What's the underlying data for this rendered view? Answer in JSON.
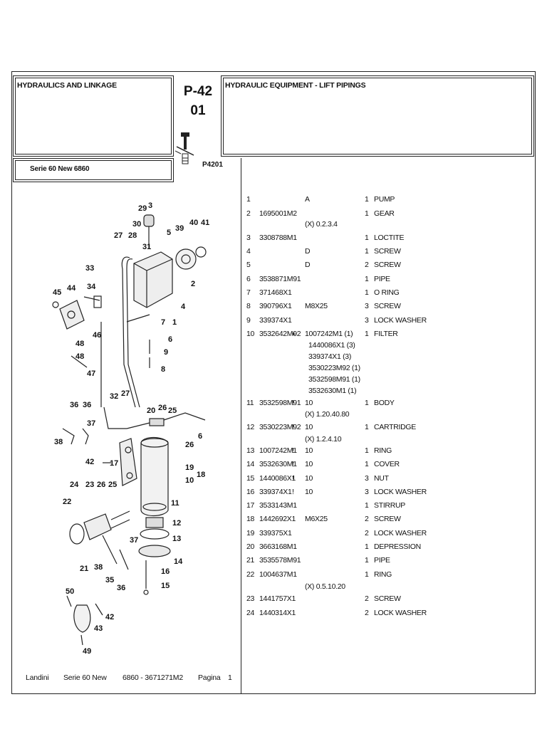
{
  "header": {
    "section": "HYDRAULICS AND LINKAGE",
    "page_code_line1": "P-42",
    "page_code_line2": "01",
    "diagram_code": "P4201",
    "group_title": "HYDRAULIC EQUIPMENT - LIFT PIPINGS",
    "model": "Serie 60 New  6860"
  },
  "parts": [
    {
      "num": "1",
      "part": "",
      "note": "",
      "ref": "A",
      "qty": "1",
      "desc": "PUMP"
    },
    {
      "num": "2",
      "part": "1695001M2",
      "note": "",
      "ref": "",
      "qty": "1",
      "desc": "GEAR"
    },
    {
      "num": "3",
      "part": "3308788M1",
      "note": "",
      "ref": "",
      "qty": "1",
      "desc": "LOCTITE"
    },
    {
      "num": "4",
      "part": "",
      "note": "",
      "ref": "D",
      "qty": "1",
      "desc": "SCREW"
    },
    {
      "num": "5",
      "part": "",
      "note": "",
      "ref": "D",
      "qty": "2",
      "desc": "SCREW"
    },
    {
      "num": "6",
      "part": "3538871M91",
      "note": "",
      "ref": "",
      "qty": "1",
      "desc": "PIPE"
    },
    {
      "num": "7",
      "part": "371468X1",
      "note": "",
      "ref": "",
      "qty": "1",
      "desc": "O RING"
    },
    {
      "num": "8",
      "part": "390796X1",
      "note": "",
      "ref": "M8X25",
      "qty": "3",
      "desc": "SCREW"
    },
    {
      "num": "9",
      "part": "339374X1",
      "note": "",
      "ref": "",
      "qty": "3",
      "desc": "LOCK WASHER"
    },
    {
      "num": "10",
      "part": "3532642M92",
      "note": "◐",
      "ref": "1007242M1  (1)",
      "qty": "1",
      "desc": "FILTER"
    },
    {
      "num": "11",
      "part": "3532598M91",
      "note": "!",
      "ref": "10",
      "qty": "1",
      "desc": "BODY"
    },
    {
      "num": "12",
      "part": "3530223M92",
      "note": "!",
      "ref": "10",
      "qty": "1",
      "desc": "CARTRIDGE"
    },
    {
      "num": "13",
      "part": "1007242M1",
      "note": "!",
      "ref": "10",
      "qty": "1",
      "desc": "RING"
    },
    {
      "num": "14",
      "part": "3532630M1",
      "note": "!",
      "ref": "10",
      "qty": "1",
      "desc": "COVER"
    },
    {
      "num": "15",
      "part": "1440086X1",
      "note": "!",
      "ref": "10",
      "qty": "3",
      "desc": "NUT"
    },
    {
      "num": "16",
      "part": "339374X1",
      "note": "!",
      "ref": "10",
      "qty": "3",
      "desc": "LOCK WASHER"
    },
    {
      "num": "17",
      "part": "3533143M1",
      "note": "",
      "ref": "",
      "qty": "1",
      "desc": "STIRRUP"
    },
    {
      "num": "18",
      "part": "1442692X1",
      "note": "",
      "ref": "M6X25",
      "qty": "2",
      "desc": "SCREW"
    },
    {
      "num": "19",
      "part": "339375X1",
      "note": "",
      "ref": "",
      "qty": "2",
      "desc": "LOCK WASHER"
    },
    {
      "num": "20",
      "part": "3663168M1",
      "note": "",
      "ref": "",
      "qty": "1",
      "desc": "DEPRESSION"
    },
    {
      "num": "21",
      "part": "3535578M91",
      "note": "",
      "ref": "",
      "qty": "1",
      "desc": "PIPE"
    },
    {
      "num": "22",
      "part": "1004637M1",
      "note": "",
      "ref": "",
      "qty": "1",
      "desc": "RING"
    },
    {
      "num": "23",
      "part": "1441757X1",
      "note": "",
      "ref": "",
      "qty": "2",
      "desc": "SCREW"
    },
    {
      "num": "24",
      "part": "1440314X1",
      "note": "",
      "ref": "",
      "qty": "2",
      "desc": "LOCK WASHER"
    }
  ],
  "sublines": {
    "gear_variants": "(X) 0.2.3.4",
    "filter_kit": [
      "1440086X1  (3)",
      "339374X1  (3)",
      "3530223M92  (1)",
      "3532598M91  (1)",
      "3532630M1  (1)"
    ],
    "body_variants": "(X) 1.20.40.80",
    "cartridge_variants": "(X) 1.2.4.10",
    "ring_variants": "(X) 0.5.10.20"
  },
  "callouts": [
    "29",
    "3",
    "30",
    "28",
    "31",
    "5",
    "27",
    "39",
    "40",
    "41",
    "2",
    "33",
    "34",
    "44",
    "45",
    "46",
    "4",
    "1",
    "7",
    "48",
    "48",
    "6",
    "9",
    "8",
    "47",
    "32",
    "27",
    "36",
    "36",
    "20",
    "26",
    "25",
    "38",
    "37",
    "6",
    "26",
    "42",
    "17",
    "19",
    "18",
    "10",
    "24",
    "23",
    "26",
    "25",
    "22",
    "11",
    "12",
    "13",
    "37",
    "21",
    "38",
    "35",
    "36",
    "14",
    "16",
    "15",
    "50",
    "43",
    "42",
    "49"
  ],
  "footer": {
    "brand": "Landini",
    "series": "Serie 60 New",
    "model_code": "6860 - 3671271M2",
    "page_label": "Pagina",
    "page_number": "1"
  }
}
